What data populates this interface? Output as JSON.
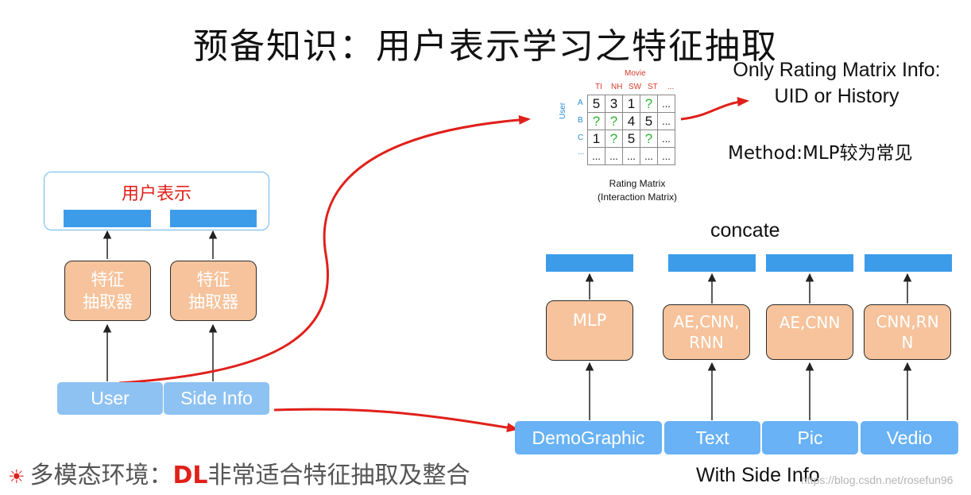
{
  "title": "预备知识：用户表示学习之特征抽取",
  "left": {
    "panel_label": "用户表示",
    "extractor": [
      "特征\n抽取器",
      "特征\n抽取器"
    ],
    "inputs": [
      "User",
      "Side Info"
    ]
  },
  "matrix": {
    "movie_label": "Movie",
    "user_label": "User",
    "columns": [
      "TI",
      "NH",
      "SW",
      "ST",
      "..."
    ],
    "rows": [
      "A",
      "B",
      "C",
      "..."
    ],
    "cells": [
      [
        "5",
        "3",
        "1",
        "?",
        "..."
      ],
      [
        "?",
        "?",
        "4",
        "5",
        "..."
      ],
      [
        "1",
        "?",
        "5",
        "?",
        "..."
      ],
      [
        "...",
        "...",
        "...",
        "...",
        "..."
      ]
    ],
    "caption_line1": "Rating Matrix",
    "caption_line2": "(Interaction Matrix)"
  },
  "right_text": {
    "info_line1": "Only Rating Matrix Info:",
    "info_line2": "UID or History",
    "method": "Method:MLP较为常见",
    "concate": "concate",
    "with_side_info": "With Side Info"
  },
  "right": {
    "extractors": [
      "MLP",
      "AE,CNN,\nRNN",
      "AE,CNN",
      "CNN,RN\nN"
    ],
    "inputs": [
      "DemoGraphic",
      "Text",
      "Pic",
      "Vedio"
    ]
  },
  "bottom": {
    "star": "☀",
    "prefix": "多模态环境：",
    "highlight": "DL",
    "suffix": "非常适合特征抽取及整合"
  },
  "watermark": "https://blog.csdn.net/rosefun96",
  "colors": {
    "accent_red": "#e0201a",
    "box_fill": "#f6c39c",
    "bar_blue": "#3c9cea",
    "input_blue": "#68b2f5",
    "question_green": "#2bb62f"
  }
}
